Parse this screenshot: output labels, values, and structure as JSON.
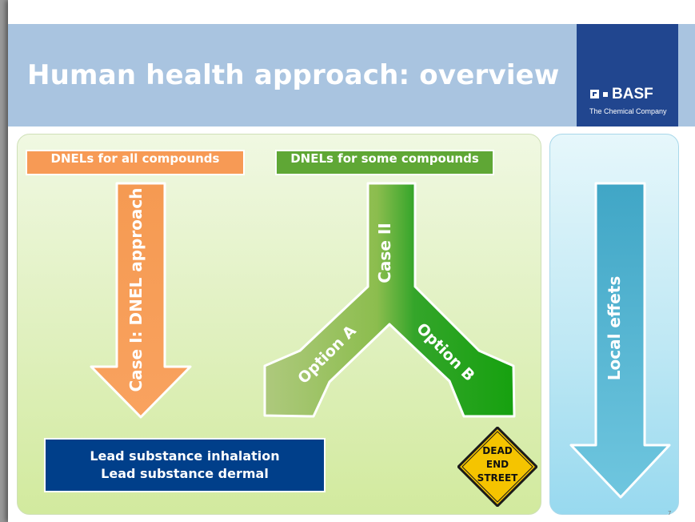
{
  "header": {
    "title": "Human health approach: overview",
    "logo": {
      "name": "BASF",
      "tagline": "The Chemical Company"
    }
  },
  "labels": {
    "all_compounds": "DNELs for all compounds",
    "some_compounds": "DNELs for some compounds"
  },
  "arrows": {
    "case1": "Case I: DNEL approach",
    "case2": "Case II",
    "option_a": "Option A",
    "option_b": "Option B",
    "local": "Local effets"
  },
  "lead_box": {
    "line1": "Lead substance inhalation",
    "line2": "Lead substance dermal"
  },
  "dead_end_sign": {
    "line1": "DEAD",
    "line2": "END",
    "line3": "STREET"
  },
  "page_number": "7",
  "colors": {
    "header_bar": "#a9c4e0",
    "logo_box": "#21468f",
    "orange": "#f79a55",
    "green_light": "#9cc065",
    "green_dark": "#21a01a",
    "blue_arrow": "#4aaccc",
    "lead_box": "#003f8a",
    "sign_yellow": "#f5c400"
  },
  "icons": [
    "basf-logo-icon",
    "dead-end-street-sign-icon"
  ]
}
